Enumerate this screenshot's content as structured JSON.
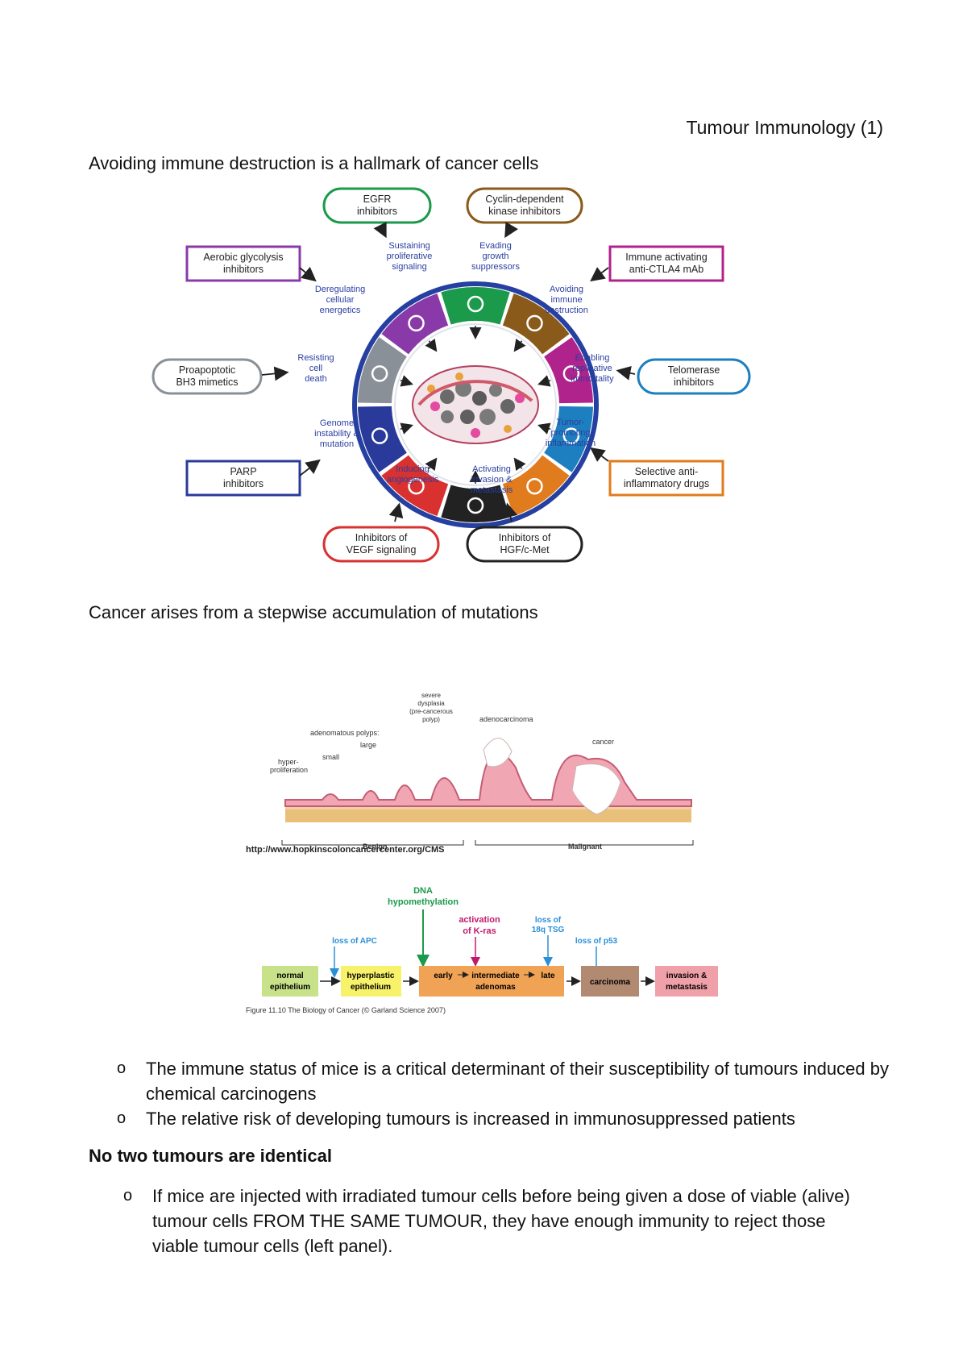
{
  "header": {
    "title": "Tumour Immunology (1)"
  },
  "section1": {
    "heading": "Avoiding immune destruction is a hallmark of cancer cells"
  },
  "hallmarks": {
    "drugs": {
      "egfr": [
        "EGFR",
        "inhibitors"
      ],
      "cdk": [
        "Cyclin-dependent",
        "kinase inhibitors"
      ],
      "ctla4": [
        "Immune activating",
        "anti-CTLA4 mAb"
      ],
      "telomerase": [
        "Telomerase",
        "inhibitors"
      ],
      "antiinflam": [
        "Selective anti-",
        "inflammatory drugs"
      ],
      "hgf": [
        "Inhibitors of",
        "HGF/c-Met"
      ],
      "vegf": [
        "Inhibitors of",
        "VEGF signaling"
      ],
      "parp": [
        "PARP",
        "inhibitors"
      ],
      "bh3": [
        "Proapoptotic",
        "BH3 mimetics"
      ],
      "glycolysis": [
        "Aerobic glycolysis",
        "inhibitors"
      ]
    },
    "labels": {
      "sustaining": [
        "Sustaining",
        "proliferative",
        "signaling"
      ],
      "evading": [
        "Evading",
        "growth",
        "suppressors"
      ],
      "avoiding": [
        "Avoiding",
        "immune",
        "destruction"
      ],
      "enabling": [
        "Enabling",
        "replicative",
        "immortality"
      ],
      "tumor": [
        "Tumor-",
        "promoting",
        "inflammation"
      ],
      "activating": [
        "Activating",
        "invasion &",
        "metastasis"
      ],
      "inducing": [
        "Inducing",
        "angiogenesis"
      ],
      "genome": [
        "Genome",
        "instability &",
        "mutation"
      ],
      "resisting": [
        "Resisting",
        "cell",
        "death"
      ],
      "deregulating": [
        "Deregulating",
        "cellular",
        "energetics"
      ]
    },
    "colors": {
      "green": "#1a9a4a",
      "brown": "#8a5a1a",
      "magenta": "#b0228c",
      "blue": "#1e7fc0",
      "orange": "#e07b1e",
      "black": "#222222",
      "red": "#d93030",
      "navy": "#2a3a9a",
      "grey": "#8a9098",
      "purple": "#8a3aa8",
      "ring": "#2540a0",
      "labeltext": "#2a3fa0"
    }
  },
  "section2": {
    "heading": "Cancer arises from a stepwise accumulation of mutations"
  },
  "colon": {
    "labels": {
      "adenocarcinoma": "adenocarcinoma",
      "severe": [
        "severe",
        "dysplasia",
        "(pre-cancerous",
        "polyp)"
      ],
      "adenomatous": "adenomatous polyps:",
      "large": "large",
      "small": "small",
      "hyper": [
        "hyper-",
        "proliferation"
      ],
      "cancer": "cancer",
      "benign": "Benign",
      "malignant": "Malignant"
    },
    "source": "http://www.hopkinscoloncancercenter.org/CMS"
  },
  "pathway": {
    "dna": [
      "DNA",
      "hypomethylation"
    ],
    "apc": "loss of APC",
    "kras": [
      "activation",
      "of K-ras"
    ],
    "tsg": [
      "loss of",
      "18q TSG"
    ],
    "p53": "loss of p53",
    "boxes": {
      "normal": [
        "normal",
        "epithelium"
      ],
      "hyperplastic": [
        "hyperplastic",
        "epithelium"
      ],
      "adenomas": [
        "early",
        "intermediate",
        "late",
        "adenomas"
      ],
      "carcinoma": "carcinoma",
      "invasion": [
        "invasion &",
        "metastasis"
      ]
    },
    "caption": "Figure 11.10  The Biology of Cancer (© Garland Science 2007)"
  },
  "bullets1": [
    "The immune status of mice is a critical determinant of their susceptibility of tumours induced by chemical carcinogens",
    "The relative risk of developing tumours is increased in immunosuppressed patients"
  ],
  "section3": {
    "heading": "No two tumours are identical"
  },
  "bullets2": [
    "If mice are injected with irradiated tumour cells before being given a dose of viable (alive) tumour cells FROM THE SAME TUMOUR, they have enough immunity to reject those viable tumour cells (left panel)."
  ]
}
